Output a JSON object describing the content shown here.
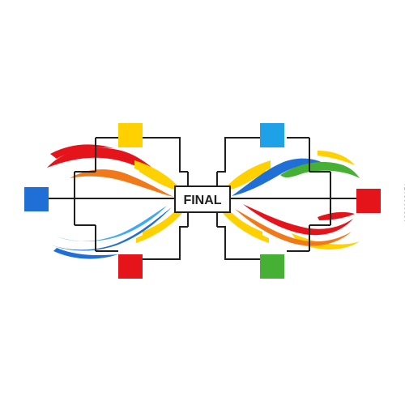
{
  "diagram": {
    "center_label": "FINAL",
    "line_color": "#1f1f1f",
    "slots": [
      {
        "name": "top-left-yellow-square",
        "color": "#ffd100"
      },
      {
        "name": "left-blue-square",
        "color": "#1f6fd6"
      },
      {
        "name": "bottom-left-red-square",
        "color": "#e5141b"
      },
      {
        "name": "top-right-blue-square",
        "color": "#1fa1e8"
      },
      {
        "name": "right-red-square",
        "color": "#e5141b"
      },
      {
        "name": "bottom-right-green-square",
        "color": "#46b034"
      }
    ],
    "ribbons": [
      {
        "name": "ribbon-red-upper-left",
        "color": "#e5141b"
      },
      {
        "name": "ribbon-orange-upper-left",
        "color": "#f07a1a"
      },
      {
        "name": "ribbon-yellow-upper-left",
        "color": "#ffd100"
      },
      {
        "name": "ribbon-yellow-lower-left",
        "color": "#ffd100"
      },
      {
        "name": "ribbon-blue-lower-left",
        "color": "#1f6fd6"
      },
      {
        "name": "ribbon-lightblue-lower-left",
        "color": "#3fa9f5"
      },
      {
        "name": "ribbon-yellow-upper-right",
        "color": "#ffd100"
      },
      {
        "name": "ribbon-blue-upper-right",
        "color": "#1f6fd6"
      },
      {
        "name": "ribbon-green-upper-right",
        "color": "#46b034"
      },
      {
        "name": "ribbon-yellow-lower-right",
        "color": "#ffd100"
      },
      {
        "name": "ribbon-orange-lower-right",
        "color": "#f07a1a"
      },
      {
        "name": "ribbon-red-lower-right",
        "color": "#e5141b"
      }
    ]
  },
  "stock_id": "1836002171"
}
